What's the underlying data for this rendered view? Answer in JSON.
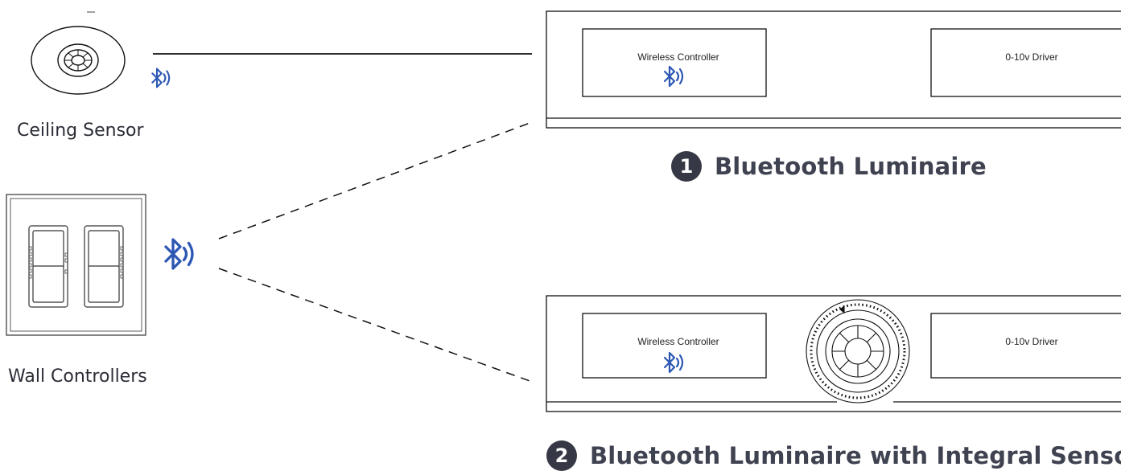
{
  "colors": {
    "bluetooth": "#2c57b3",
    "line": "#111111",
    "heading": "#3f4250",
    "badge": "#363945"
  },
  "devices": {
    "ceiling_sensor": {
      "label": "Ceiling Sensor",
      "icon": "ceiling-sensor-icon"
    },
    "wall_controllers": {
      "label": "Wall Controllers",
      "icon": "wall-dimmer-icon"
    }
  },
  "luminaire_1": {
    "number": "1",
    "title": "Bluetooth Luminaire",
    "controller_label": "Wireless Controller",
    "driver_label": "0-10v Driver"
  },
  "luminaire_2": {
    "number": "2",
    "title": "Bluetooth Luminaire with Integral Sensor",
    "controller_label": "Wireless Controller",
    "driver_label": "0-10v Driver"
  }
}
